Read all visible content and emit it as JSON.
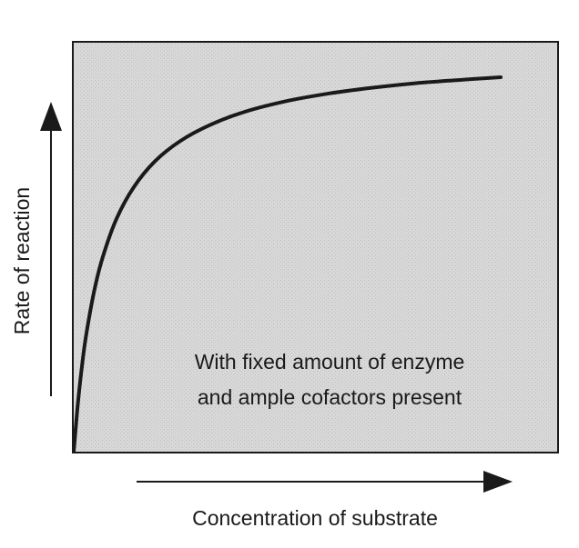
{
  "chart_data": {
    "type": "line",
    "title": "",
    "xlabel": "Concentration of substrate",
    "ylabel": "Rate of reaction",
    "annotation": [
      "With fixed amount of enzyme",
      "and ample cofactors present"
    ],
    "xlim": [
      0,
      100
    ],
    "ylim": [
      0,
      100
    ],
    "grid": false,
    "ticks": false,
    "curve": "saturation (Michaelis-Menten)",
    "series": [
      {
        "x": [
          0,
          1,
          2,
          3,
          5,
          7,
          10,
          14,
          19,
          25,
          32,
          40,
          50,
          60,
          70,
          80,
          90,
          100
        ],
        "y": [
          0,
          12.3,
          21.9,
          29.6,
          41.0,
          49.0,
          57.8,
          65.6,
          72.1,
          77.2,
          81.2,
          84.4,
          87.1,
          89.0,
          90.4,
          91.5,
          92.3,
          93.0
        ]
      }
    ],
    "colors": {
      "plot_background": "#d4d4d4",
      "curve": "#1a1a1a",
      "axis_arrow": "#1a1a1a"
    }
  }
}
